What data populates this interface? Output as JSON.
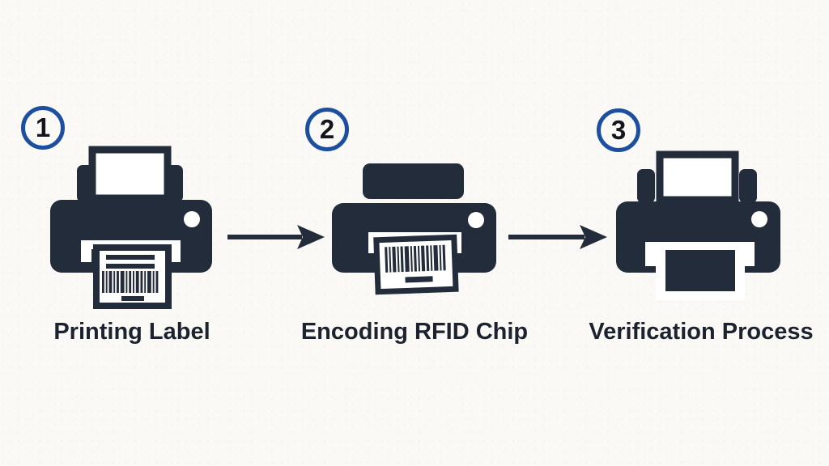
{
  "diagram": {
    "type": "process-flow",
    "direction": "left-to-right",
    "step_count": 3
  },
  "steps": [
    {
      "number": "1",
      "label": "Printing Label",
      "icon": "printer-printing-barcode-label-icon"
    },
    {
      "number": "2",
      "label": "Encoding RFID Chip",
      "icon": "printer-encoding-rfid-chip-icon"
    },
    {
      "number": "3",
      "label": "Verification Process",
      "icon": "printer-verification-output-icon"
    }
  ],
  "connectors": [
    {
      "type": "arrow-right",
      "from": "1",
      "to": "2"
    },
    {
      "type": "arrow-right",
      "from": "2",
      "to": "3"
    }
  ],
  "colors": {
    "background": "#faf9f5",
    "icon_dark": "#232c3a",
    "badge_ring_blue": "#1d4fa0",
    "badge_number": "#14161c",
    "caption_text": "#1c222e"
  }
}
